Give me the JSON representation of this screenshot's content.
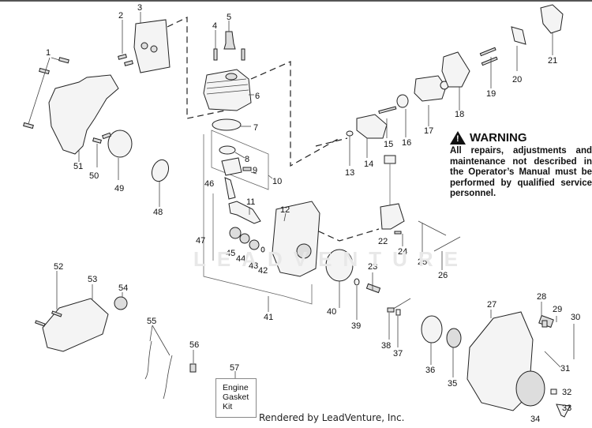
{
  "diagram": {
    "type": "exploded-parts-diagram",
    "subject": "Engine",
    "watermark": "LEADVENTURE",
    "credit": "Rendered by LeadVenture, Inc.",
    "warning": {
      "icon": "warning-triangle-icon",
      "title": "WARNING",
      "body": "All repairs, adjustments and maintenance not described in the Operator’s Manual must be performed by qualified service personnel."
    },
    "kit_box": {
      "ref": "57",
      "label_lines": [
        "Engine",
        "Gasket",
        "Kit"
      ]
    },
    "part_labels": [
      "1",
      "2",
      "3",
      "4",
      "5",
      "6",
      "7",
      "8",
      "9",
      "10",
      "11",
      "12",
      "13",
      "14",
      "15",
      "16",
      "17",
      "18",
      "19",
      "20",
      "21",
      "22",
      "23",
      "24",
      "25",
      "26",
      "27",
      "28",
      "29",
      "30",
      "31",
      "32",
      "33",
      "34",
      "35",
      "36",
      "37",
      "38",
      "39",
      "40",
      "41",
      "42",
      "43",
      "44",
      "45",
      "46",
      "47",
      "48",
      "49",
      "50",
      "51",
      "52",
      "53",
      "54",
      "55",
      "56",
      "57"
    ]
  }
}
